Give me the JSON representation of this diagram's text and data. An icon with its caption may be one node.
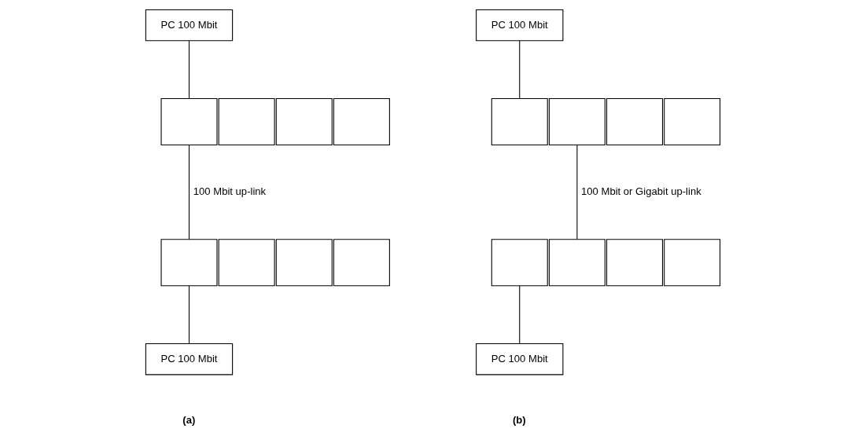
{
  "diagram": {
    "nodes": [
      {
        "text": [
          "PC 100 Mbit"
        ]
      },
      {
        "text": [],
        "shape": "box"
      },
      {
        "text": [],
        "shape": "box"
      },
      {
        "text": [],
        "shape": "box"
      },
      {
        "text": [],
        "shape": "box"
      },
      {
        "text": [],
        "shape": "box"
      },
      {
        "text": [],
        "shape": "box"
      },
      {
        "text": [],
        "shape": "box"
      },
      {
        "text": [],
        "shape": "box"
      },
      {
        "text": [
          "PC 100 Mbit"
        ]
      },
      {
        "text": [
          "PC 100 Mbit"
        ]
      },
      {
        "text": [],
        "shape": "box"
      },
      {
        "text": [],
        "shape": "box"
      },
      {
        "text": [],
        "shape": "box"
      },
      {
        "text": [],
        "shape": "box"
      },
      {
        "text": [],
        "shape": "box"
      },
      {
        "text": [],
        "shape": "box"
      },
      {
        "text": [],
        "shape": "box"
      },
      {
        "text": [],
        "shape": "box"
      },
      {
        "text": [
          "PC 100 Mbit"
        ]
      }
    ],
    "edges": [
      {
        "from": 0,
        "to": 1,
        "arrow": "none"
      },
      {
        "from": 1,
        "to": 5,
        "arrow": "none",
        "label": "100 Mbit up-link"
      },
      {
        "from": 5,
        "to": 9,
        "arrow": "none"
      },
      {
        "from": 10,
        "to": 11,
        "arrow": "none"
      },
      {
        "from": 12,
        "to": 16,
        "arrow": "none",
        "label": "100 Mbit or Gigabit up-link"
      },
      {
        "from": 15,
        "to": 19,
        "arrow": "none"
      }
    ],
    "labels": [
      "(a)",
      "(b)"
    ]
  }
}
